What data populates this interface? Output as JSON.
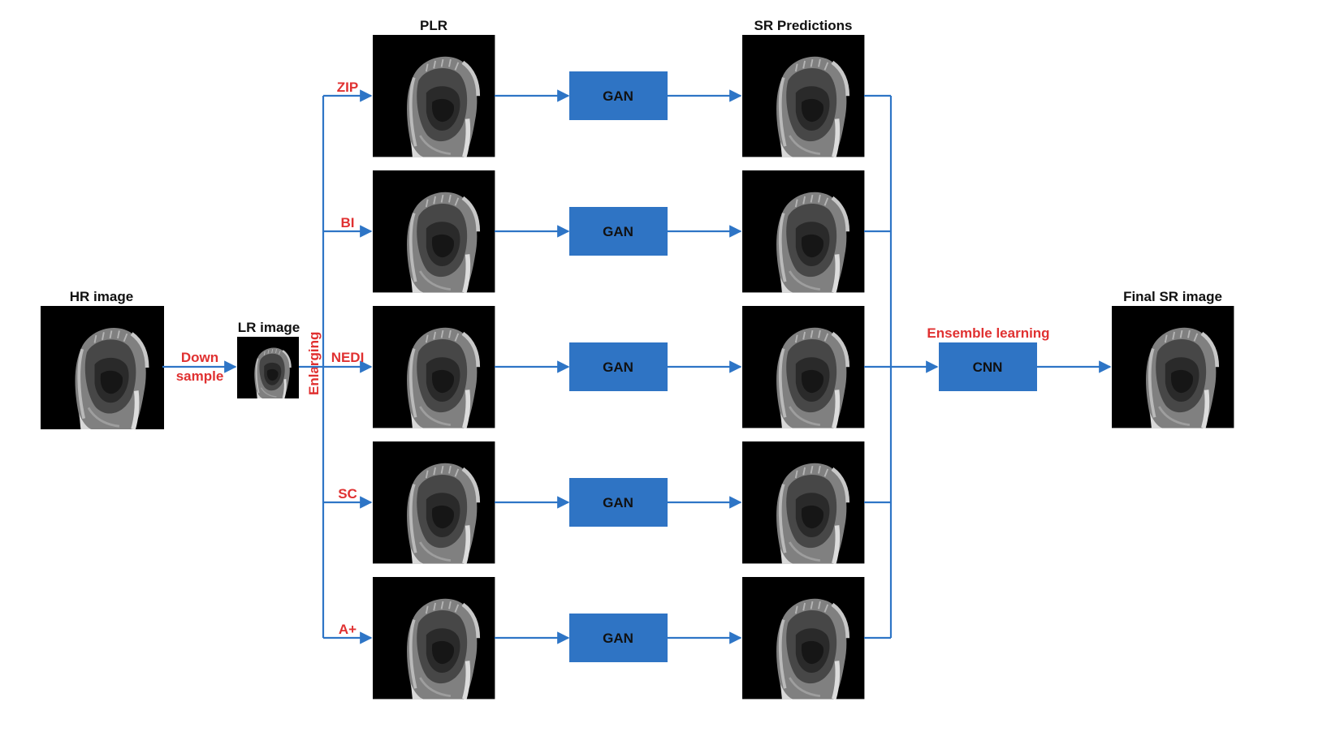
{
  "labels": {
    "hr_image": "HR image",
    "down_sample_line1": "Down",
    "down_sample_line2": "sample",
    "lr_image": "LR image",
    "enlarging": "Enlarging",
    "plr": "PLR",
    "sr_predictions": "SR Predictions",
    "ensemble_learning": "Ensemble learning",
    "final_sr_image": "Final SR image"
  },
  "methods": [
    "ZIP",
    "BI",
    "NEDI",
    "SC",
    "A+"
  ],
  "gan_label": "GAN",
  "cnn_label": "CNN",
  "colors": {
    "connector": "#2e75c6",
    "process_box": "#2f74c4",
    "method_text": "#e03131",
    "title_text": "#111111",
    "image_bg": "#000000"
  }
}
